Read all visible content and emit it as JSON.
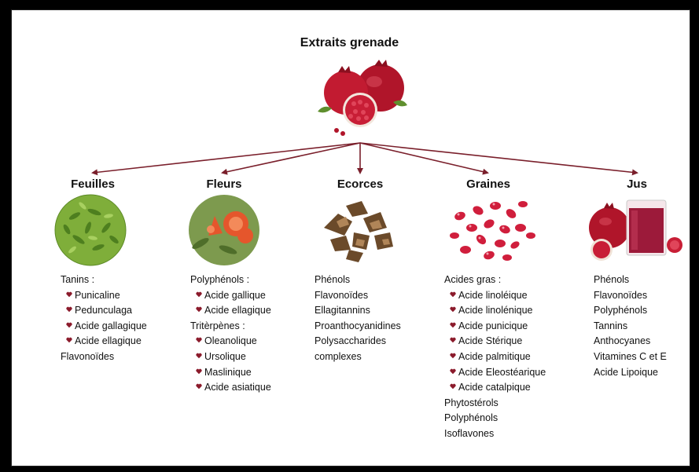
{
  "title": "Extraits grenade",
  "colors": {
    "arrow": "#7a1f2b",
    "fruit": "#b0152a",
    "leaf": "#6c9a2a",
    "bullet": "#8b1a2b"
  },
  "columns": [
    {
      "id": "feuilles",
      "label": "Feuilles",
      "icon": "leaves-icon",
      "items": [
        {
          "text": "Tanins :",
          "bullet": false
        },
        {
          "text": "Punicaline",
          "bullet": true
        },
        {
          "text": "Pedunculaga",
          "bullet": true
        },
        {
          "text": "Acide gallagique",
          "bullet": true
        },
        {
          "text": "Acide ellagique",
          "bullet": true
        },
        {
          "text": "Flavonoïdes",
          "bullet": false
        }
      ]
    },
    {
      "id": "fleurs",
      "label": "Fleurs",
      "icon": "flowers-icon",
      "items": [
        {
          "text": "Polyphénols :",
          "bullet": false
        },
        {
          "text": "Acide gallique",
          "bullet": true
        },
        {
          "text": "Acide ellagique",
          "bullet": true
        },
        {
          "text": "Tritèrpènes :",
          "bullet": false
        },
        {
          "text": "Oleanolique",
          "bullet": true
        },
        {
          "text": "Ursolique",
          "bullet": true
        },
        {
          "text": "Maslinique",
          "bullet": true
        },
        {
          "text": "Acide asiatique",
          "bullet": true
        }
      ]
    },
    {
      "id": "ecorces",
      "label": "Ecorces",
      "icon": "peels-icon",
      "items": [
        {
          "text": "Phénols",
          "bullet": false
        },
        {
          "text": "Flavonoïdes",
          "bullet": false
        },
        {
          "text": "Ellagitannins",
          "bullet": false
        },
        {
          "text": "Proanthocyanidines",
          "bullet": false
        },
        {
          "text": "Polysaccharides",
          "bullet": false
        },
        {
          "text": "complexes",
          "bullet": false
        }
      ]
    },
    {
      "id": "graines",
      "label": "Graines",
      "icon": "seeds-icon",
      "items": [
        {
          "text": "Acides gras :",
          "bullet": false
        },
        {
          "text": "Acide linoléique",
          "bullet": true
        },
        {
          "text": "Acide linolénique",
          "bullet": true
        },
        {
          "text": "Acide punicique",
          "bullet": true
        },
        {
          "text": "Acide Stérique",
          "bullet": true
        },
        {
          "text": "Acide palmitique",
          "bullet": true
        },
        {
          "text": "Acide Eleostéarique",
          "bullet": true
        },
        {
          "text": "Acide catalpique",
          "bullet": true
        },
        {
          "text": "Phytostérols",
          "bullet": false
        },
        {
          "text": "Polyphénols",
          "bullet": false
        },
        {
          "text": "Isoflavones",
          "bullet": false
        }
      ]
    },
    {
      "id": "jus",
      "label": "Jus",
      "icon": "juice-icon",
      "items": [
        {
          "text": "Phénols",
          "bullet": false
        },
        {
          "text": "Flavonoïdes",
          "bullet": false
        },
        {
          "text": "Polyphénols",
          "bullet": false
        },
        {
          "text": "Tannins",
          "bullet": false
        },
        {
          "text": "Anthocyanes",
          "bullet": false
        },
        {
          "text": "Vitamines C et E",
          "bullet": false
        },
        {
          "text": "Acide Lipoique",
          "bullet": false
        }
      ]
    }
  ]
}
